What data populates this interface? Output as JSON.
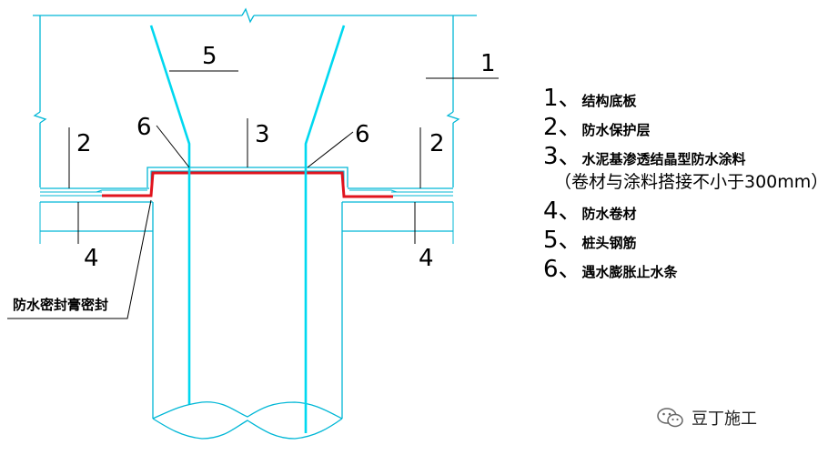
{
  "labels": {
    "one": "1",
    "two_left": "2",
    "two_right": "2",
    "three": "3",
    "four_left": "4",
    "four_right": "4",
    "five": "5",
    "six_left": "6",
    "six_right": "6"
  },
  "note": "防水密封膏密封",
  "legend": {
    "items": [
      {
        "num": "1、",
        "text": "结构底板"
      },
      {
        "num": "2、",
        "text": "防水保护层"
      },
      {
        "num": "3、",
        "text": "水泥基渗透结晶型防水涂料"
      },
      {
        "num": "",
        "text": "（卷材与涂料搭接不小于300mm）"
      },
      {
        "num": "4、",
        "text": "防水卷材"
      },
      {
        "num": "5、",
        "text": "桩头钢筋"
      },
      {
        "num": "6、",
        "text": "遇水膨胀止水条"
      }
    ]
  },
  "watermark": {
    "icon": "wechat-icon",
    "text": "豆丁施工"
  },
  "colors": {
    "linework": "#00b7d6",
    "rebar": "#00d8f0",
    "membrane_lap": "#e0141e",
    "text": "#000000"
  }
}
